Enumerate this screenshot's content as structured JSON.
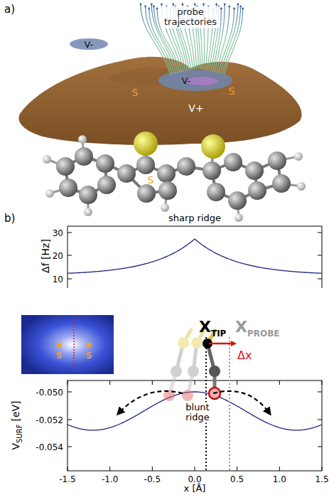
{
  "diagram": {
    "nodes": [
      {
        "text": [
          "S",
          "S"
        ]
      }
    ],
    "labels": [
      "a)",
      "probe trajectories",
      "V-",
      "V-",
      "V+",
      "S",
      "S",
      "S",
      "b)",
      "sharp ridge",
      "Δf [Hz]",
      "30",
      "20",
      "10",
      "X",
      "TIP",
      "X",
      "PROBE",
      "Δx",
      "blunt ridge",
      "V",
      "SURF",
      "[eV]",
      "-0.050",
      "-0.052",
      "-0.054",
      "-1.5",
      "-1.0",
      "-0.5",
      "0.0",
      "0.5",
      "1.0",
      "1.5",
      "x [Å]"
    ]
  }
}
